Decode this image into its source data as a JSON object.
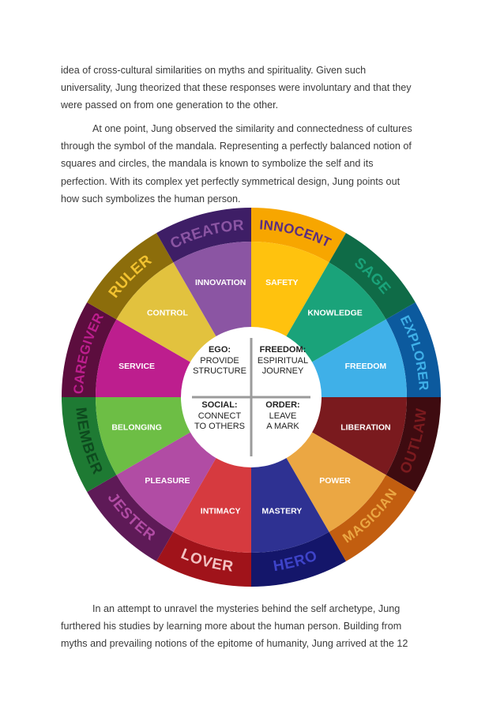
{
  "paragraph_1": {
    "lines": [
      "idea of cross-cultural similarities on myths and spirituality. Given such",
      "universality, Jung theorized that these responses were involuntary and that they",
      "were passed on from one generation to the other."
    ]
  },
  "paragraph_2": {
    "lines": [
      "At one point, Jung observed the similarity and connectedness of cultures",
      "through the symbol of the mandala. Representing a perfectly balanced notion of",
      "squares and circles, the mandala is known to symbolize the self and its",
      "perfection. With its complex yet perfectly symmetrical design, Jung points out",
      "how such symbolizes the human person."
    ]
  },
  "wheel": {
    "segments": [
      {
        "archetype": "INNOCENT",
        "trait": "SAFETY",
        "inner_color": "#FFC20E",
        "outer_color": "#F7A600",
        "archetype_color": "#5A2D82"
      },
      {
        "archetype": "SAGE",
        "trait": "KNOWLEDGE",
        "inner_color": "#1AA37A",
        "outer_color": "#0F6B47",
        "archetype_color": "#1AA37A"
      },
      {
        "archetype": "EXPLORER",
        "trait": "FREEDOM",
        "inner_color": "#3FB0E8",
        "outer_color": "#0C5A9E",
        "archetype_color": "#3FB0E8"
      },
      {
        "archetype": "OUTLAW",
        "trait": "LIBERATION",
        "inner_color": "#7A1A1E",
        "outer_color": "#3E0B10",
        "archetype_color": "#7A1A1E"
      },
      {
        "archetype": "MAGICIAN",
        "trait": "POWER",
        "inner_color": "#EBA743",
        "outer_color": "#C25E10",
        "archetype_color": "#EBA743"
      },
      {
        "archetype": "HERO",
        "trait": "MASTERY",
        "inner_color": "#2E3192",
        "outer_color": "#14166A",
        "archetype_color": "#3E43C9"
      },
      {
        "archetype": "LOVER",
        "trait": "INTIMACY",
        "inner_color": "#D63A3F",
        "outer_color": "#A0131A",
        "archetype_color": "#F2C2C2"
      },
      {
        "archetype": "JESTER",
        "trait": "PLEASURE",
        "inner_color": "#B14CA4",
        "outer_color": "#5E1A57",
        "archetype_color": "#B14CA4"
      },
      {
        "archetype": "MEMBER",
        "trait": "BELONGING",
        "inner_color": "#6DBE45",
        "outer_color": "#1E7A33",
        "archetype_color": "#0D4A1E"
      },
      {
        "archetype": "CAREGIVER",
        "trait": "SERVICE",
        "inner_color": "#BD1E8E",
        "outer_color": "#5C0D3E",
        "archetype_color": "#BD1E8E"
      },
      {
        "archetype": "RULER",
        "trait": "CONTROL",
        "inner_color": "#E2C23E",
        "outer_color": "#8C6D0B",
        "archetype_color": "#F2C230"
      },
      {
        "archetype": "CREATOR",
        "trait": "INNOVATION",
        "inner_color": "#8B55A3",
        "outer_color": "#3E1E66",
        "archetype_color": "#8B55A3"
      }
    ],
    "quadrants": [
      {
        "title": "EGO:",
        "text": [
          "PROVIDE",
          "STRUCTURE"
        ]
      },
      {
        "title": "FREEDOM:",
        "text": [
          "ESPIRITUAL",
          "JOURNEY"
        ]
      },
      {
        "title": "SOCIAL:",
        "text": [
          "CONNECT",
          "TO OTHERS"
        ]
      },
      {
        "title": "ORDER:",
        "text": [
          "LEAVE",
          "A MARK"
        ]
      }
    ],
    "center_fill": "#FFFFFF",
    "divider_color": "#9B9B9B"
  },
  "paragraph_3": {
    "lines": [
      "In an attempt to unravel the mysteries behind the self archetype, Jung",
      "furthered his studies by learning more about the human person. Building from",
      "myths and prevailing notions of the epitome of humanity, Jung arrived at the 12"
    ]
  }
}
